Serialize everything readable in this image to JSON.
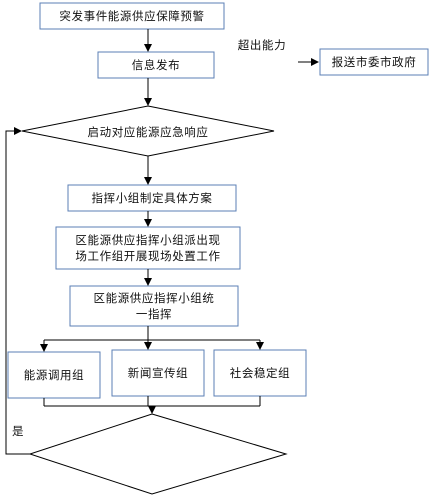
{
  "colors": {
    "stroke": "#000000",
    "box_stroke": "#5b7fb5",
    "box_fill": "#ffffff",
    "text": "#111111"
  },
  "nodes": {
    "emergency_warning": "突发事件能源供应保障预警",
    "beyond_capacity": "超出能力",
    "report_municipal": "报送市委市政府",
    "info_release": "信息发布",
    "start_response": "启动对应能源应急响应",
    "make_plan": "指挥小组制定具体方案",
    "dispatch_team": "区能源供应指挥小组派出现\n场工作组开展现场处置工作",
    "unified_command": "区能源供应指挥小组统\n一指挥",
    "energy_dispatch_group": "能源调用组",
    "news_group": "新闻宣传组",
    "social_stability_group": "社会稳定组",
    "yes_label": "是",
    "end_decision": ""
  }
}
